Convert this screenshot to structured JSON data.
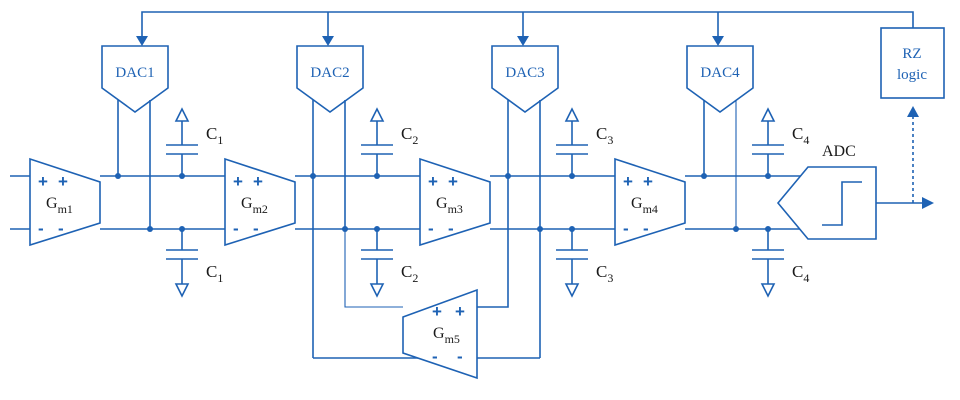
{
  "dacs": [
    "DAC1",
    "DAC2",
    "DAC3",
    "DAC4"
  ],
  "gm_stages": [
    {
      "base": "G",
      "sub": "m1"
    },
    {
      "base": "G",
      "sub": "m2"
    },
    {
      "base": "G",
      "sub": "m3"
    },
    {
      "base": "G",
      "sub": "m4"
    },
    {
      "base": "G",
      "sub": "m5"
    }
  ],
  "capacitors": [
    {
      "base": "C",
      "sub": "1"
    },
    {
      "base": "C",
      "sub": "2"
    },
    {
      "base": "C",
      "sub": "3"
    },
    {
      "base": "C",
      "sub": "4"
    }
  ],
  "adc_label": "ADC",
  "rz_logic": [
    "RZ",
    "logic"
  ],
  "plus_sign": "+",
  "minus_sign": "-",
  "colors": {
    "wire": "#1e62b4",
    "text": "#1a1a1a"
  }
}
